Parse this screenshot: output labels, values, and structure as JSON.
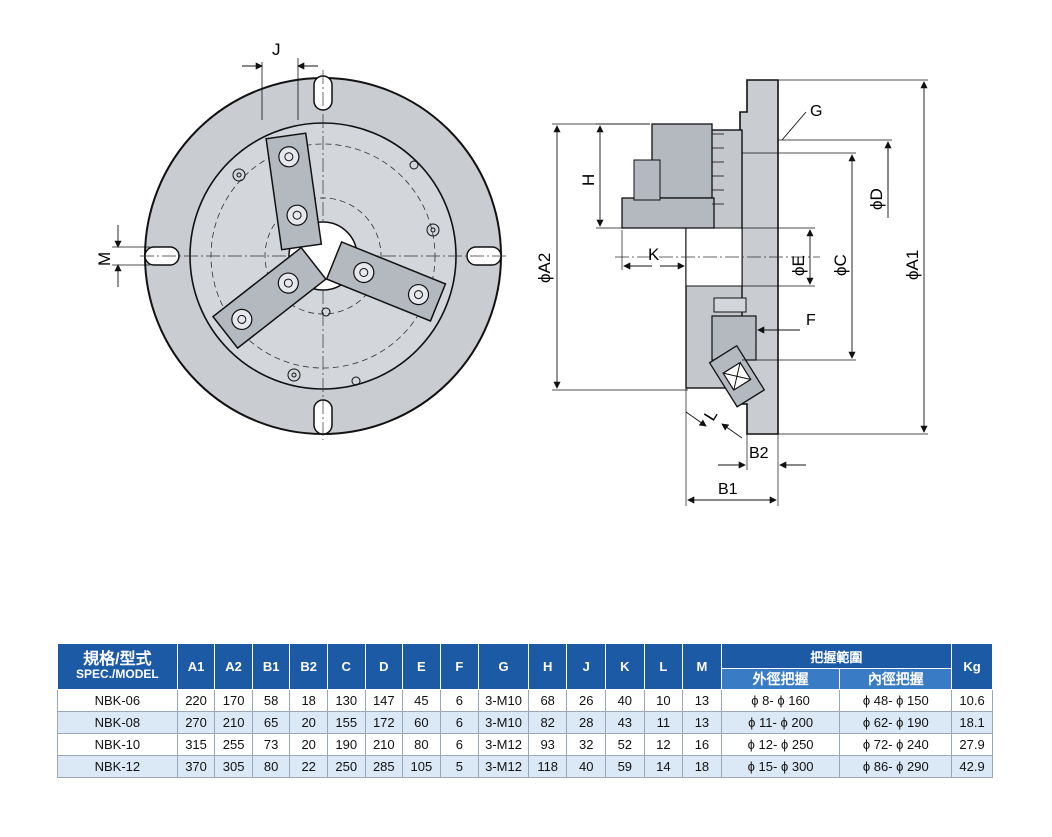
{
  "drawing": {
    "front_labels": {
      "J": "J",
      "M": "M"
    },
    "side_labels": {
      "G": "G",
      "H": "H",
      "K": "K",
      "F": "F",
      "L": "L",
      "A2": "ϕA2",
      "E": "ϕE",
      "C": "ϕC",
      "D": "ϕD",
      "A1": "ϕA1",
      "B1": "B1",
      "B2": "B2"
    }
  },
  "table": {
    "model_header_zh": "規格/型式",
    "model_header_en": "SPEC./MODEL",
    "columns": [
      "A1",
      "A2",
      "B1",
      "B2",
      "C",
      "D",
      "E",
      "F",
      "G",
      "H",
      "J",
      "K",
      "L",
      "M"
    ],
    "range_header": "把握範圍",
    "range_outer": "外徑把握",
    "range_inner": "內徑把握",
    "weight_header": "Kg",
    "rows": [
      {
        "model": "NBK-06",
        "values": [
          "220",
          "170",
          "58",
          "18",
          "130",
          "147",
          "45",
          "6",
          "3-M10",
          "68",
          "26",
          "40",
          "10",
          "13"
        ],
        "outer": "ϕ 8- ϕ 160",
        "inner": "ϕ 48- ϕ 150",
        "kg": "10.6"
      },
      {
        "model": "NBK-08",
        "values": [
          "270",
          "210",
          "65",
          "20",
          "155",
          "172",
          "60",
          "6",
          "3-M10",
          "82",
          "28",
          "43",
          "11",
          "13"
        ],
        "outer": "ϕ 11- ϕ 200",
        "inner": "ϕ 62- ϕ 190",
        "kg": "18.1"
      },
      {
        "model": "NBK-10",
        "values": [
          "315",
          "255",
          "73",
          "20",
          "190",
          "210",
          "80",
          "6",
          "3-M12",
          "93",
          "32",
          "52",
          "12",
          "16"
        ],
        "outer": "ϕ 12- ϕ 250",
        "inner": "ϕ 72- ϕ 240",
        "kg": "27.9"
      },
      {
        "model": "NBK-12",
        "values": [
          "370",
          "305",
          "80",
          "22",
          "250",
          "285",
          "105",
          "5",
          "3-M12",
          "118",
          "40",
          "59",
          "14",
          "18"
        ],
        "outer": "ϕ 15- ϕ 300",
        "inner": "ϕ 86- ϕ 290",
        "kg": "42.9"
      }
    ]
  },
  "colors": {
    "header_blue": "#1d5aa6",
    "subheader_blue": "#3a7bc6",
    "row_alt": "#dbe8f6",
    "body_gray": "#c9ccd1",
    "jaw_gray": "#b4b8bf"
  }
}
